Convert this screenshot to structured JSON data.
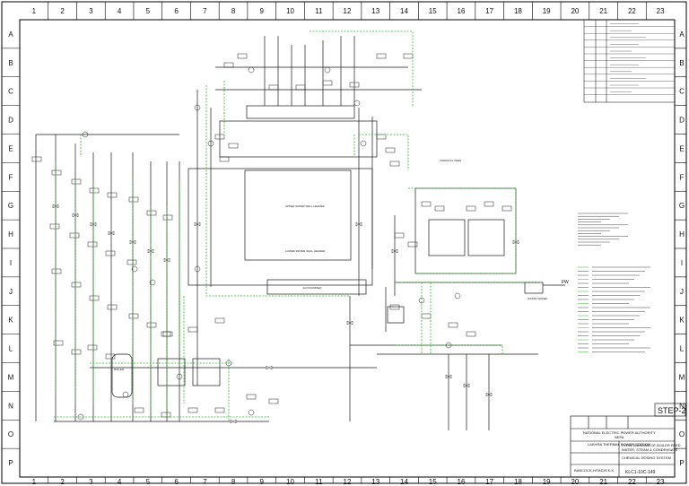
{
  "drawing": {
    "columns": [
      "1",
      "2",
      "3",
      "4",
      "5",
      "6",
      "7",
      "8",
      "9",
      "10",
      "11",
      "12",
      "13",
      "14",
      "15",
      "16",
      "17",
      "18",
      "19",
      "20",
      "21",
      "22",
      "23"
    ],
    "rows": [
      "A",
      "B",
      "C",
      "D",
      "E",
      "F",
      "G",
      "H",
      "I",
      "J",
      "K",
      "L",
      "M",
      "N",
      "O",
      "P"
    ],
    "line_colors": {
      "process": "#1a1a1a",
      "highlight": "#2db82d",
      "border": "#000000",
      "background": "#ffffff"
    }
  },
  "labels": {
    "upper_header": "UPPER WATER WALL HEADER",
    "lower_header": "LOWER WATER WALL HEADER",
    "economiser": "ECONOMISER",
    "boiler": "BOILER",
    "chemical_feed": "CHEMICAL FEED",
    "waste_water": "WASTE WATER",
    "fw": "FW"
  },
  "title_block": {
    "step": "STEP-2",
    "authority_1": "NATIONAL ELECTRIC POWER AUTHORITY",
    "authority_2": "NEPA",
    "plant": "LAKHRA THERMAL POWER STATION",
    "drawing_title_1": "FLOW DIAGRAM OF BOILER FEED",
    "drawing_title_2": "WATER, STEAM & CONDENSATE",
    "drawing_title_3": "CHEMICAL DOSING SYSTEM",
    "contractor": "BABCOCK-HITACHI K.K.",
    "drawing_no": "KLC1-10C-149"
  }
}
